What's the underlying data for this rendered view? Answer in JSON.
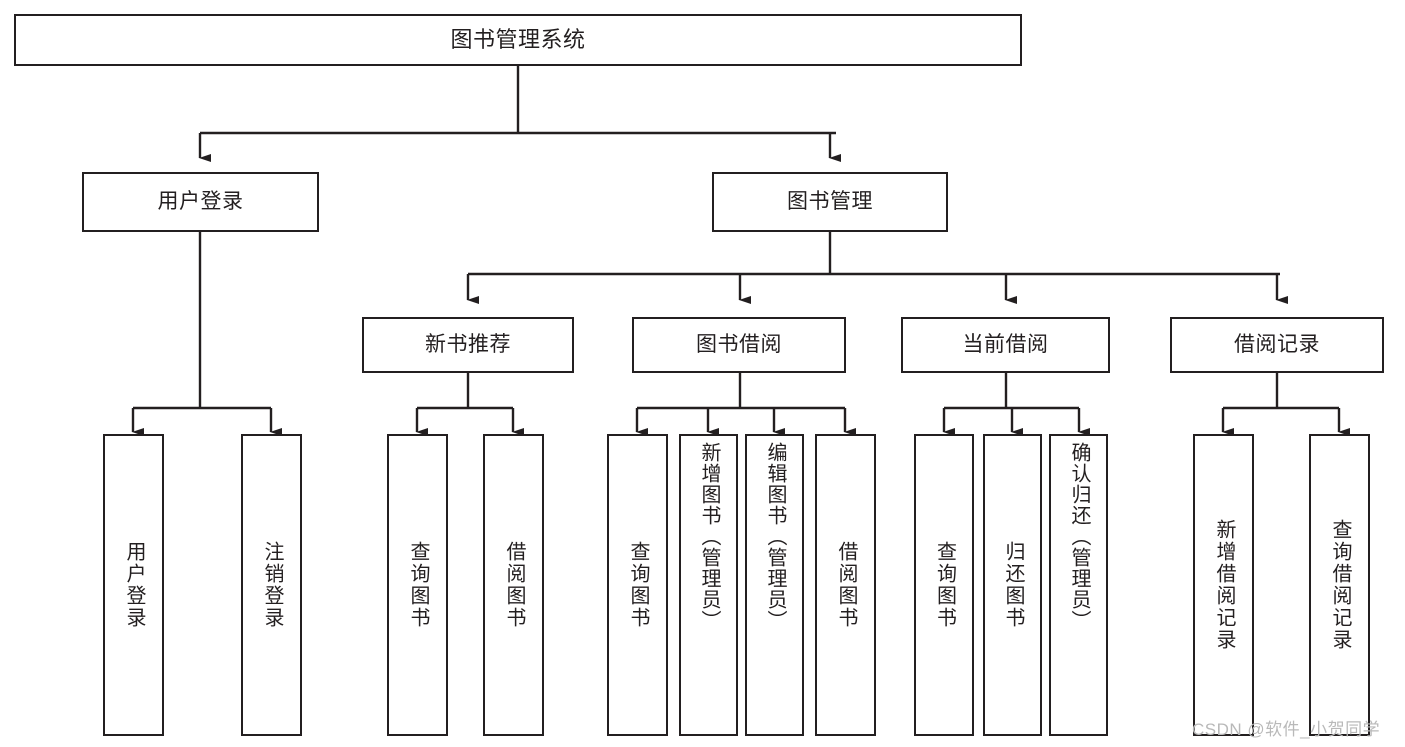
{
  "diagram": {
    "type": "tree-hierarchy",
    "title": "图书管理系统",
    "watermark": "CSDN @软件_小贺同学",
    "colors": {
      "stroke": "#231f20",
      "text": "#231f20",
      "background": "#ffffff",
      "watermark": "#b9b9b9"
    },
    "nodes": {
      "root": {
        "label": "图书管理系统"
      },
      "tier2": [
        {
          "label": "用户登录"
        },
        {
          "label": "图书管理"
        }
      ],
      "tier3": [
        {
          "label": "新书推荐"
        },
        {
          "label": "图书借阅"
        },
        {
          "label": "当前借阅"
        },
        {
          "label": "借阅记录"
        }
      ],
      "leaves": [
        {
          "label": "用户登录",
          "parent": "用户登录"
        },
        {
          "label": "注销登录",
          "parent": "用户登录"
        },
        {
          "label": "查询图书",
          "parent": "新书推荐"
        },
        {
          "label": "借阅图书",
          "parent": "新书推荐"
        },
        {
          "label": "查询图书",
          "parent": "图书借阅"
        },
        {
          "label": "新增图书（管理员）",
          "parent": "图书借阅"
        },
        {
          "label": "编辑图书（管理员）",
          "parent": "图书借阅"
        },
        {
          "label": "借阅图书",
          "parent": "图书借阅"
        },
        {
          "label": "查询图书",
          "parent": "当前借阅"
        },
        {
          "label": "归还图书",
          "parent": "当前借阅"
        },
        {
          "label": "确认归还（管理员）",
          "parent": "当前借阅"
        },
        {
          "label": "新增借阅记录",
          "parent": "借阅记录"
        },
        {
          "label": "查询借阅记录",
          "parent": "借阅记录"
        }
      ]
    }
  }
}
